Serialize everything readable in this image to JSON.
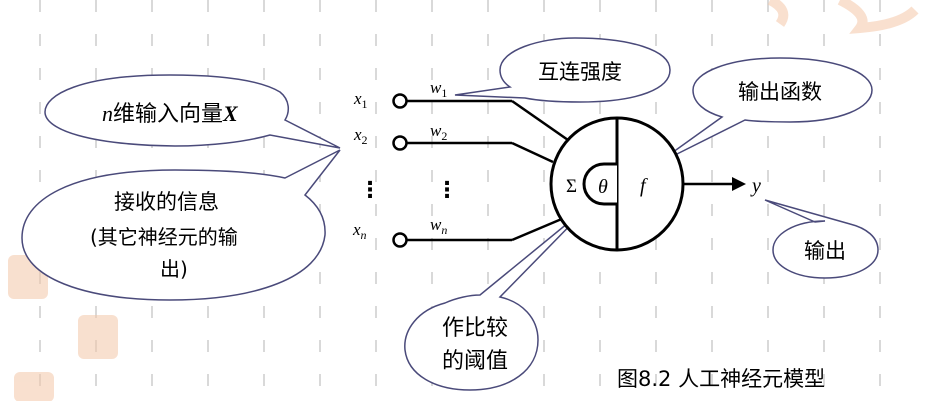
{
  "inputs": [
    {
      "var": "x",
      "sub": "1",
      "weight": "w",
      "wsub": "1"
    },
    {
      "var": "x",
      "sub": "2",
      "weight": "w",
      "wsub": "2"
    },
    {
      "var": "x",
      "sub": "n",
      "weight": "w",
      "wsub": "n"
    }
  ],
  "ellipsis": "⋮",
  "neuron": {
    "sum_symbol": "Σ",
    "threshold_symbol": "θ",
    "function_symbol": "f"
  },
  "output": {
    "var": "y"
  },
  "callouts": {
    "input_vector": {
      "prefix": "n",
      "text": "维输入向量",
      "bold_var": "X"
    },
    "received_info": {
      "line1": "接收的信息",
      "line2": "(其它神经元的输",
      "line3": "出)"
    },
    "connection_strength": "互连强度",
    "output_function": "输出函数",
    "output": "输出",
    "threshold": {
      "line1": "作比较",
      "line2": "的阈值"
    }
  },
  "caption": "图8.2  人工神经元模型",
  "colors": {
    "line": "#000000",
    "bubble_stroke": "#4a4a7a",
    "grid": "#d9d9d9",
    "decor": "#f4c7a8"
  }
}
